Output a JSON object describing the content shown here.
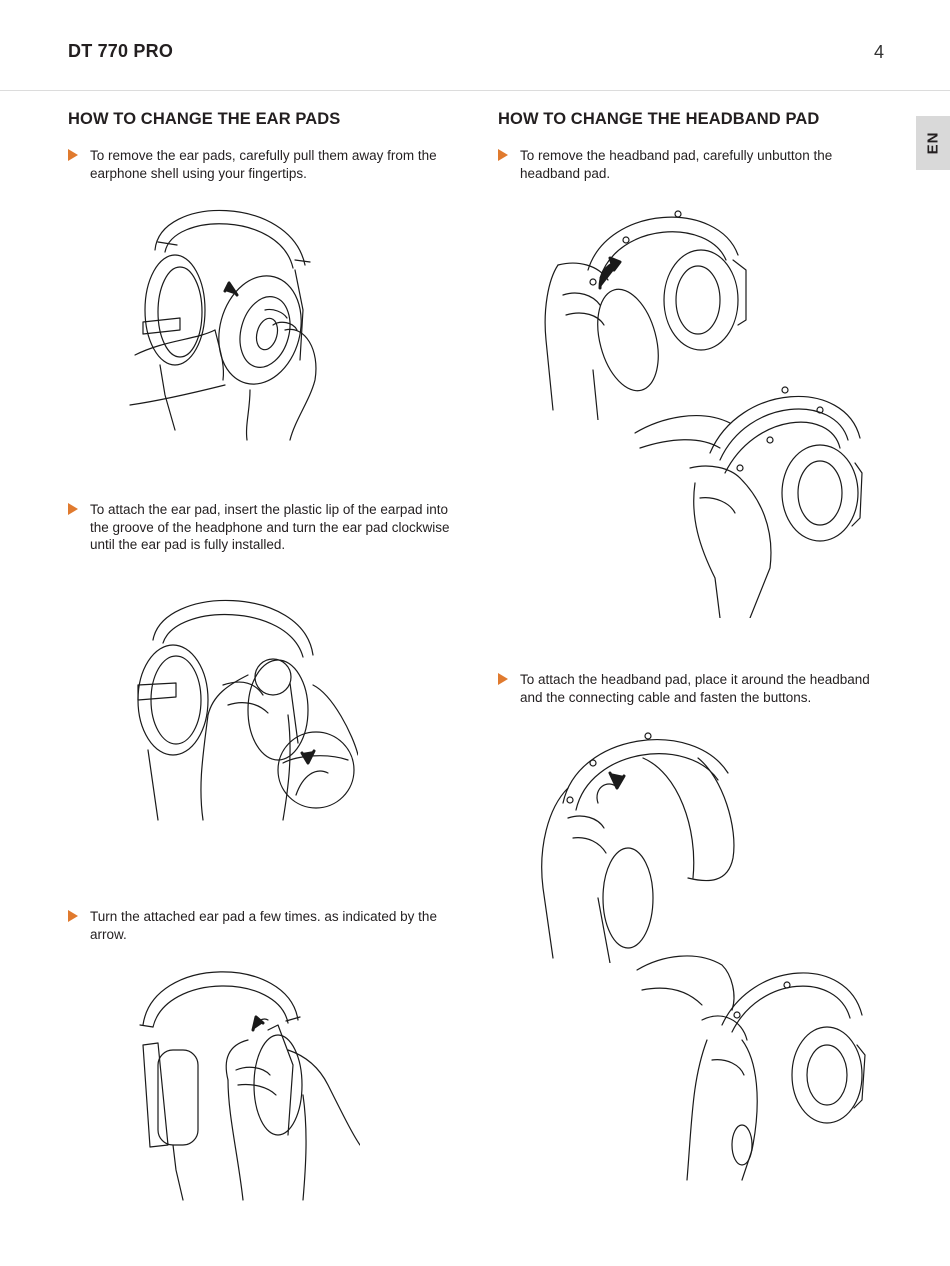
{
  "header": {
    "title": "DT 770 PRO",
    "page_number": "4"
  },
  "language_tab": "EN",
  "left_column": {
    "title": "HOW TO CHANGE THE EAR PADS",
    "steps": [
      {
        "text": "To remove the ear pads, carefully pull them away from the earphone shell using your fingertips."
      },
      {
        "text": "To attach the ear pad, insert the plastic lip of the earpad into the groove of the headphone and turn the ear pad clockwise until the ear pad is fully installed."
      },
      {
        "text": "Turn the attached ear pad a few times. as indicated by the arrow."
      }
    ]
  },
  "right_column": {
    "title": "HOW TO CHANGE THE HEADBAND PAD",
    "steps": [
      {
        "text": "To remove the headband pad, carefully unbutton the headband pad."
      },
      {
        "text": "To attach the headband pad, place it around the headband and the connecting cable and fasten the buttons."
      }
    ]
  },
  "colors": {
    "bullet_accent": "#e07a2e",
    "tab_background": "#d9d9d9",
    "text": "#231f20"
  }
}
